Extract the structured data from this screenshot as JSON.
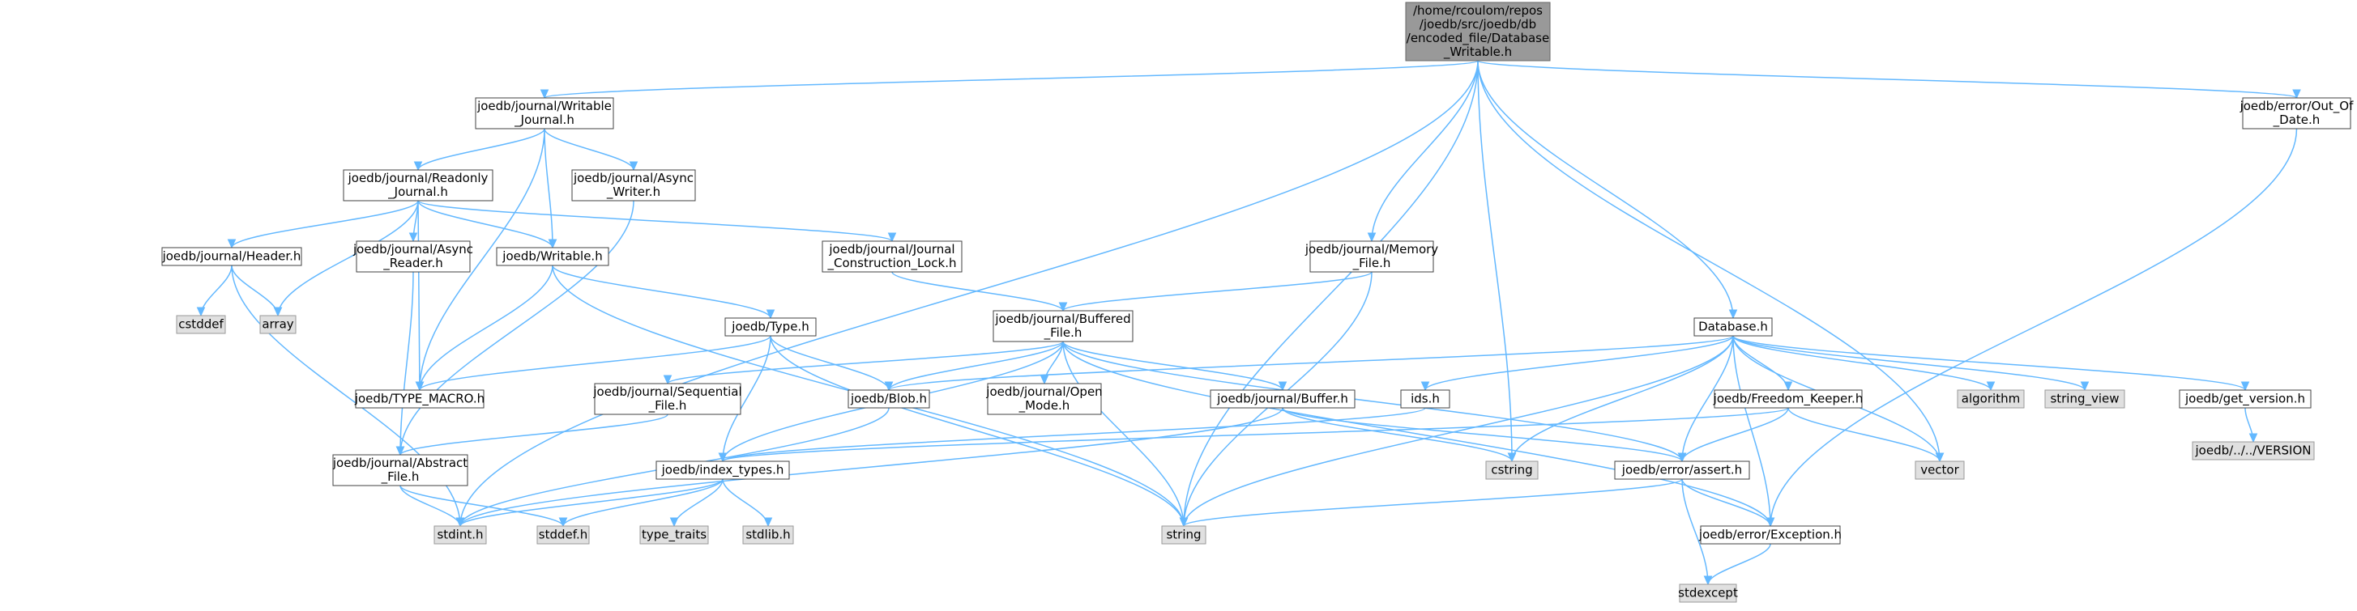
{
  "graph": {
    "title": "",
    "colors": {
      "edge": "#63b8ff",
      "root_fill": "#999999",
      "normal_fill": "#ffffff",
      "system_fill": "#e0e0e0",
      "border": "#404040"
    },
    "nodes": [
      {
        "id": "root",
        "kind": "root",
        "lines": [
          "/home/rcoulom/repos",
          "/joedb/src/joedb/db",
          "/encoded_file/Database",
          "_Writable.h"
        ]
      },
      {
        "id": "wj",
        "kind": "normal",
        "lines": [
          "joedb/journal/Writable",
          "_Journal.h"
        ]
      },
      {
        "id": "ood",
        "kind": "normal",
        "lines": [
          "joedb/error/Out_Of",
          "_Date.h"
        ]
      },
      {
        "id": "rj",
        "kind": "normal",
        "lines": [
          "joedb/journal/Readonly",
          "_Journal.h"
        ]
      },
      {
        "id": "aw",
        "kind": "normal",
        "lines": [
          "joedb/journal/Async",
          "_Writer.h"
        ]
      },
      {
        "id": "hdr",
        "kind": "normal",
        "lines": [
          "joedb/journal/Header.h"
        ]
      },
      {
        "id": "ar",
        "kind": "normal",
        "lines": [
          "joedb/journal/Async",
          "_Reader.h"
        ]
      },
      {
        "id": "wr",
        "kind": "normal",
        "lines": [
          "joedb/Writable.h"
        ]
      },
      {
        "id": "jcl",
        "kind": "normal",
        "lines": [
          "joedb/journal/Journal",
          "_Construction_Lock.h"
        ]
      },
      {
        "id": "mf",
        "kind": "normal",
        "lines": [
          "joedb/journal/Memory",
          "_File.h"
        ]
      },
      {
        "id": "cstddef",
        "kind": "system",
        "lines": [
          "cstddef"
        ]
      },
      {
        "id": "array",
        "kind": "system",
        "lines": [
          "array"
        ]
      },
      {
        "id": "type",
        "kind": "normal",
        "lines": [
          "joedb/Type.h"
        ]
      },
      {
        "id": "bf",
        "kind": "normal",
        "lines": [
          "joedb/journal/Buffered",
          "_File.h"
        ]
      },
      {
        "id": "db",
        "kind": "normal",
        "lines": [
          "Database.h"
        ]
      },
      {
        "id": "tm",
        "kind": "normal",
        "lines": [
          "joedb/TYPE_MACRO.h"
        ]
      },
      {
        "id": "sf",
        "kind": "normal",
        "lines": [
          "joedb/journal/Sequential",
          "_File.h"
        ]
      },
      {
        "id": "blob",
        "kind": "normal",
        "lines": [
          "joedb/Blob.h"
        ]
      },
      {
        "id": "om",
        "kind": "normal",
        "lines": [
          "joedb/journal/Open",
          "_Mode.h"
        ]
      },
      {
        "id": "buf",
        "kind": "normal",
        "lines": [
          "joedb/journal/Buffer.h"
        ]
      },
      {
        "id": "ids",
        "kind": "normal",
        "lines": [
          "ids.h"
        ]
      },
      {
        "id": "fk",
        "kind": "normal",
        "lines": [
          "joedb/Freedom_Keeper.h"
        ]
      },
      {
        "id": "algorithm",
        "kind": "system",
        "lines": [
          "algorithm"
        ]
      },
      {
        "id": "string_view",
        "kind": "system",
        "lines": [
          "string_view"
        ]
      },
      {
        "id": "gv",
        "kind": "normal",
        "lines": [
          "joedb/get_version.h"
        ]
      },
      {
        "id": "af",
        "kind": "normal",
        "lines": [
          "joedb/journal/Abstract",
          "_File.h"
        ]
      },
      {
        "id": "it",
        "kind": "normal",
        "lines": [
          "joedb/index_types.h"
        ]
      },
      {
        "id": "cstring",
        "kind": "system",
        "lines": [
          "cstring"
        ]
      },
      {
        "id": "assert",
        "kind": "normal",
        "lines": [
          "joedb/error/assert.h"
        ]
      },
      {
        "id": "vector",
        "kind": "system",
        "lines": [
          "vector"
        ]
      },
      {
        "id": "version",
        "kind": "system",
        "lines": [
          "joedb/../../VERSION"
        ]
      },
      {
        "id": "stdint",
        "kind": "system",
        "lines": [
          "stdint.h"
        ]
      },
      {
        "id": "stddef",
        "kind": "system",
        "lines": [
          "stddef.h"
        ]
      },
      {
        "id": "type_traits",
        "kind": "system",
        "lines": [
          "type_traits"
        ]
      },
      {
        "id": "stdlib",
        "kind": "system",
        "lines": [
          "stdlib.h"
        ]
      },
      {
        "id": "string",
        "kind": "system",
        "lines": [
          "string"
        ]
      },
      {
        "id": "exc",
        "kind": "normal",
        "lines": [
          "joedb/error/Exception.h"
        ]
      },
      {
        "id": "stdexcept",
        "kind": "system",
        "lines": [
          "stdexcept"
        ]
      }
    ],
    "edges": [
      [
        "root",
        "wj"
      ],
      [
        "root",
        "ood"
      ],
      [
        "root",
        "mf"
      ],
      [
        "root",
        "db"
      ],
      [
        "root",
        "stdint"
      ],
      [
        "root",
        "string"
      ],
      [
        "root",
        "cstring"
      ],
      [
        "root",
        "vector"
      ],
      [
        "wj",
        "rj"
      ],
      [
        "wj",
        "aw"
      ],
      [
        "wj",
        "wr"
      ],
      [
        "wj",
        "tm"
      ],
      [
        "rj",
        "hdr"
      ],
      [
        "rj",
        "ar"
      ],
      [
        "rj",
        "wr"
      ],
      [
        "rj",
        "jcl"
      ],
      [
        "rj",
        "array"
      ],
      [
        "rj",
        "tm"
      ],
      [
        "aw",
        "af"
      ],
      [
        "hdr",
        "cstddef"
      ],
      [
        "hdr",
        "array"
      ],
      [
        "hdr",
        "stdint"
      ],
      [
        "ar",
        "af"
      ],
      [
        "wr",
        "type"
      ],
      [
        "wr",
        "tm"
      ],
      [
        "wr",
        "string"
      ],
      [
        "jcl",
        "bf"
      ],
      [
        "mf",
        "bf"
      ],
      [
        "mf",
        "string"
      ],
      [
        "type",
        "tm"
      ],
      [
        "type",
        "blob"
      ],
      [
        "type",
        "it"
      ],
      [
        "type",
        "string"
      ],
      [
        "bf",
        "sf"
      ],
      [
        "bf",
        "blob"
      ],
      [
        "bf",
        "om"
      ],
      [
        "bf",
        "buf"
      ],
      [
        "bf",
        "it"
      ],
      [
        "bf",
        "string"
      ],
      [
        "bf",
        "assert"
      ],
      [
        "bf",
        "exc"
      ],
      [
        "sf",
        "af"
      ],
      [
        "blob",
        "stdint"
      ],
      [
        "buf",
        "stdint"
      ],
      [
        "buf",
        "cstring"
      ],
      [
        "buf",
        "assert"
      ],
      [
        "db",
        "blob"
      ],
      [
        "db",
        "ids"
      ],
      [
        "db",
        "fk"
      ],
      [
        "db",
        "algorithm"
      ],
      [
        "db",
        "string_view"
      ],
      [
        "db",
        "gv"
      ],
      [
        "db",
        "cstring"
      ],
      [
        "db",
        "string"
      ],
      [
        "db",
        "vector"
      ],
      [
        "db",
        "assert"
      ],
      [
        "db",
        "exc"
      ],
      [
        "ids",
        "it"
      ],
      [
        "fk",
        "it"
      ],
      [
        "fk",
        "assert"
      ],
      [
        "fk",
        "vector"
      ],
      [
        "gv",
        "version"
      ],
      [
        "af",
        "stdint"
      ],
      [
        "af",
        "stddef"
      ],
      [
        "it",
        "stdint"
      ],
      [
        "it",
        "stddef"
      ],
      [
        "it",
        "type_traits"
      ],
      [
        "it",
        "stdlib"
      ],
      [
        "assert",
        "exc"
      ],
      [
        "assert",
        "stdexcept"
      ],
      [
        "assert",
        "string"
      ],
      [
        "exc",
        "stdexcept"
      ],
      [
        "ood",
        "exc"
      ]
    ]
  }
}
